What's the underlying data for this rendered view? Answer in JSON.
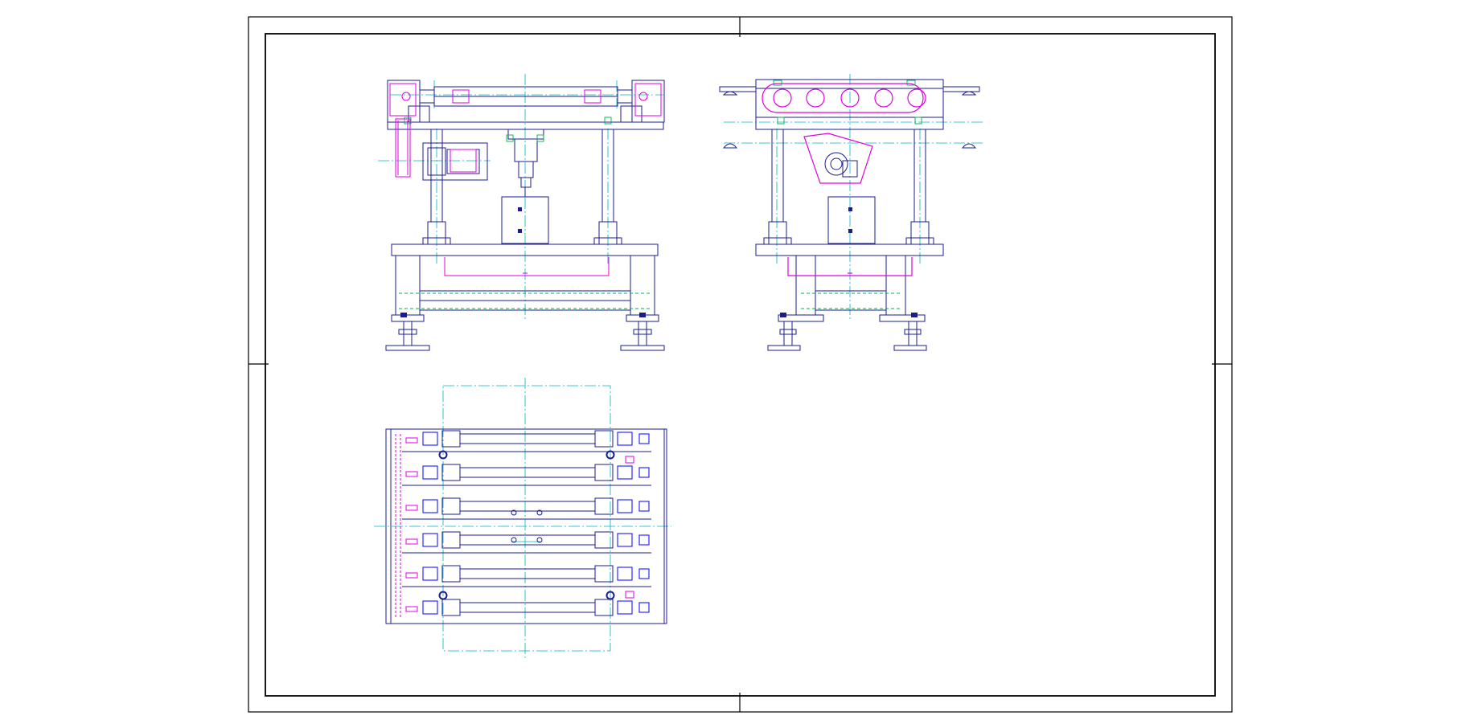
{
  "document": {
    "type": "cad-drawing-sheet",
    "views": [
      "front-elevation",
      "side-elevation",
      "top-plan"
    ],
    "annotations": []
  },
  "colors": {
    "background": "#ffffff",
    "frame": "#000000",
    "outline": "#1c1c8c",
    "centerline": "#00b4c8",
    "hidden": "#00b050",
    "detail": "#e000e0",
    "dim": "#0000ff"
  }
}
